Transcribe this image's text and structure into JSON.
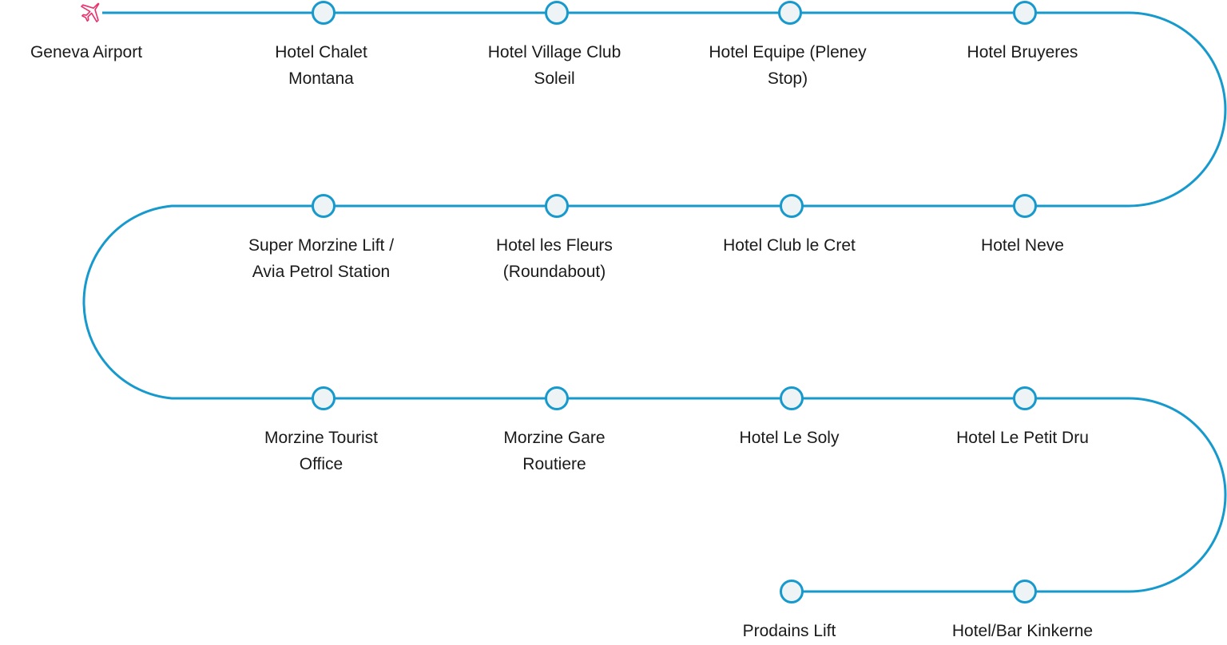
{
  "colors": {
    "route_line": "#1699cc",
    "node_fill": "#eef4f6",
    "node_stroke": "#1699cc",
    "airport_icon": "#e8336d",
    "label_text": "#1a1a1a"
  },
  "origin": {
    "label": "Geneva Airport",
    "icon": "airplane-icon"
  },
  "stops": [
    {
      "label": "Hotel Chalet\nMontana"
    },
    {
      "label": "Hotel Village Club\nSoleil"
    },
    {
      "label": "Hotel Equipe (Pleney\nStop)"
    },
    {
      "label": "Hotel Bruyeres"
    },
    {
      "label": "Hotel Neve"
    },
    {
      "label": "Hotel Club le Cret"
    },
    {
      "label": "Hotel les Fleurs\n(Roundabout)"
    },
    {
      "label": "Super Morzine Lift /\nAvia Petrol Station"
    },
    {
      "label": "Morzine Tourist\nOffice"
    },
    {
      "label": "Morzine Gare\nRoutiere"
    },
    {
      "label": "Hotel Le Soly"
    },
    {
      "label": "Hotel Le Petit Dru"
    },
    {
      "label": "Hotel/Bar Kinkerne"
    },
    {
      "label": "Prodains Lift"
    }
  ]
}
